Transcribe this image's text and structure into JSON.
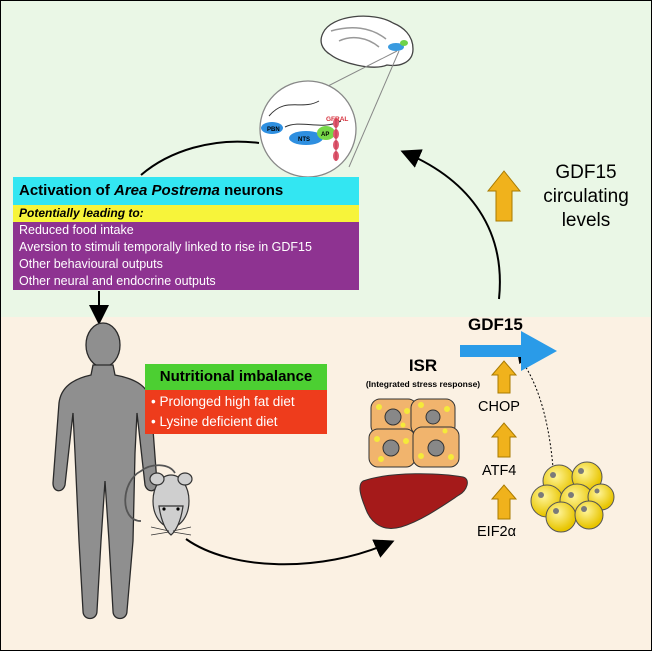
{
  "area_postrema": {
    "title_prefix": "Activation of ",
    "title_italic": "Area Postrema",
    "title_suffix": " neurons",
    "lead": "Potentially leading to:",
    "items": [
      "Reduced food intake",
      "Aversion to stimuli temporally linked to rise in GDF15",
      "Other behavioural outputs",
      "Other neural and endocrine outputs"
    ]
  },
  "nutritional_imbalance": {
    "title": "Nutritional imbalance",
    "items": [
      "• Prolonged high fat diet",
      "• Lysine deficient diet"
    ]
  },
  "circulating": {
    "line1": "GDF15",
    "line2": "circulating",
    "line3": "levels"
  },
  "isr": {
    "title": "ISR",
    "subtitle": "(Integrated stress response)"
  },
  "pathway": {
    "gdf15": "GDF15",
    "chop": "CHOP",
    "atf4": "ATF4",
    "eif2a": "EIF2α"
  },
  "brain_labels": {
    "pbn": "PBN",
    "nts": "NTS",
    "ap": "AP",
    "gfral": "GFRAL"
  },
  "colors": {
    "top_bg": "#eaf7e6",
    "bottom_bg": "#fbf1e3",
    "cyan": "#33e6f2",
    "yellow": "#f7f43a",
    "purple": "#8e3391",
    "green": "#4ccf32",
    "red": "#ee3c1c",
    "arrow_blue": "#2a9be8",
    "arrow_gold": "#f0b21c"
  }
}
